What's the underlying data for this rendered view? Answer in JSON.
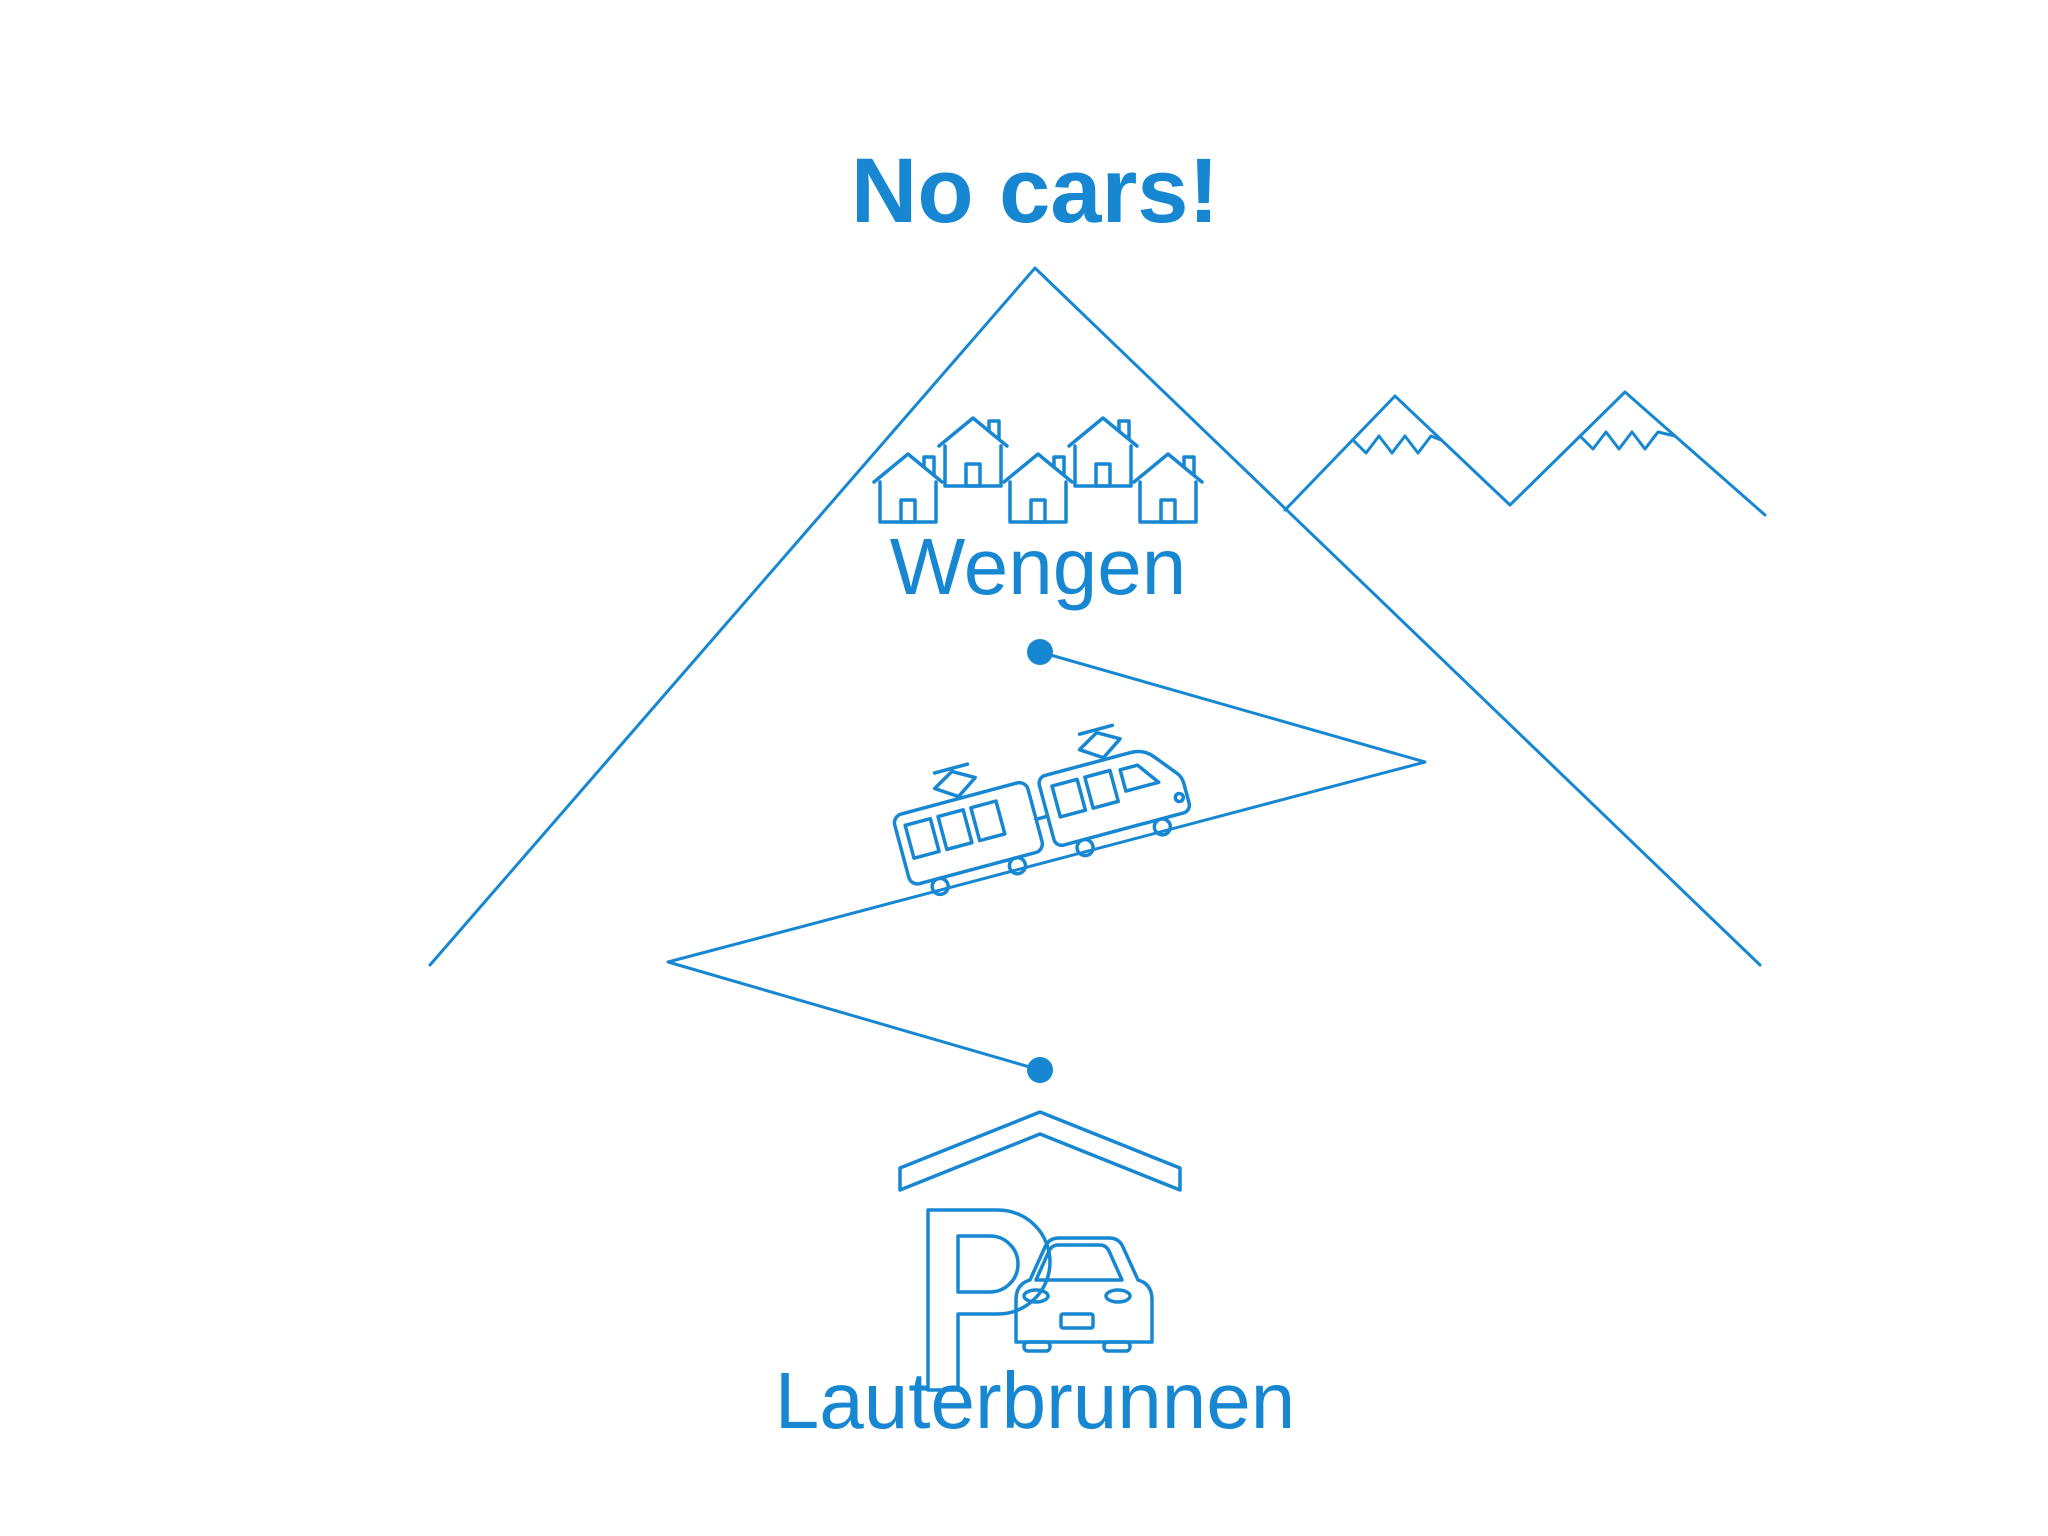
{
  "title": "No cars!",
  "diagram": {
    "upper_station": "Wengen",
    "lower_station": "Lauterbrunnen"
  },
  "colors": {
    "accent": "#1787d2",
    "background": "#ffffff"
  },
  "icons": {
    "houses": "village-houses-icon",
    "mountains": "snowy-peaks-icon",
    "train": "cog-railway-train-icon",
    "parking": "covered-parking-icon",
    "car": "car-icon",
    "station_dots": "station-dot"
  }
}
